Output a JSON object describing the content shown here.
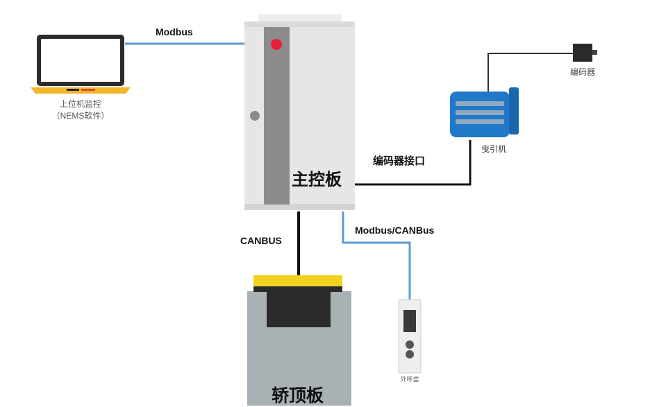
{
  "labels": {
    "modbus_top": "Modbus",
    "laptop_line1": "上位机监控",
    "laptop_line2": "（NEMS软件）",
    "main_board": "主控板",
    "encoder_interface": "编码器接口",
    "encoder": "编码器",
    "traction_machine": "曳引机",
    "canbus": "CANBUS",
    "modbus_canbus": "Modbus/CANBus",
    "car_top_board": "轿顶板",
    "call_box": "外呼盒"
  },
  "colors": {
    "blue_link": "#5b9bd5",
    "black_link": "#111111",
    "cabinet_body": "#e6e6e6",
    "cabinet_strip": "#8c8c8c",
    "indicator_red": "#e8213b",
    "motor_blue": "#1f78c8",
    "car_top_body": "#a9b1b5",
    "car_top_yellow": "#f2d21f"
  },
  "icons": [
    "laptop-icon",
    "controller-cabinet-icon",
    "motor-icon",
    "encoder-icon",
    "car-top-board-icon",
    "call-box-icon"
  ]
}
